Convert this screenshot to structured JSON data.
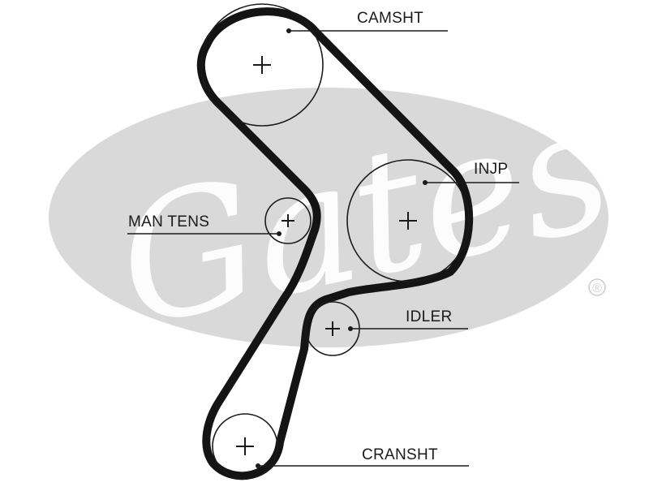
{
  "watermark": {
    "brand": "Gates",
    "registered_mark": "®",
    "color": "#d9d9d9"
  },
  "colors": {
    "ink": "#1a1a1a",
    "belt": "#141414",
    "background": "#ffffff"
  },
  "labels": {
    "camshaft": "CAMSHT",
    "injection_pump": "INJP",
    "manual_tensioner": "MAN TENS",
    "idler": "IDLER",
    "crankshaft": "CRANSHT"
  }
}
